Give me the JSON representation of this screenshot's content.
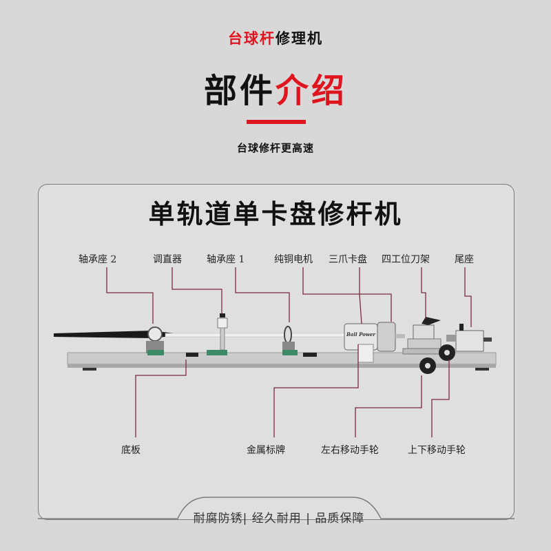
{
  "header": {
    "brand_red": "台球杆",
    "brand_black": "修理机",
    "title_black": "部件",
    "title_red": "介绍",
    "subtitle": "台球修杆更高速"
  },
  "panel": {
    "title": "单轨道单卡盘修杆机",
    "top_labels": [
      "轴承座 2",
      "调直器",
      "轴承座 1",
      "纯铜电机",
      "三爪卡盘",
      "四工位刀架",
      "尾座"
    ],
    "bottom_labels": [
      "底板",
      "金属标牌",
      "左右移动手轮",
      "上下移动手轮"
    ],
    "nameplate": "Ball Power",
    "footer": "耐腐防锈| 经久耐用 | 品质保障"
  },
  "colors": {
    "accent": "#e0141e",
    "leader": "#7a2a3a",
    "background": "#d8d8d8"
  }
}
